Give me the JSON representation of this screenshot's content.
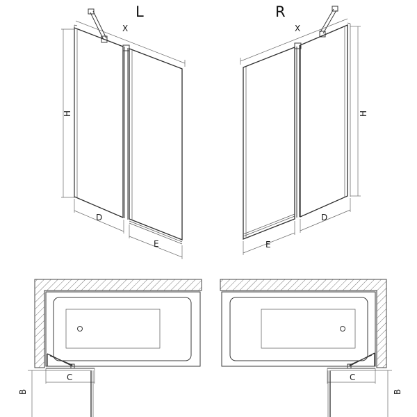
{
  "views": {
    "left": {
      "label": "L"
    },
    "right": {
      "label": "R"
    }
  },
  "dimensions": {
    "x": "X",
    "h": "H",
    "d": "D",
    "e": "E",
    "c": "C",
    "b": "B"
  }
}
